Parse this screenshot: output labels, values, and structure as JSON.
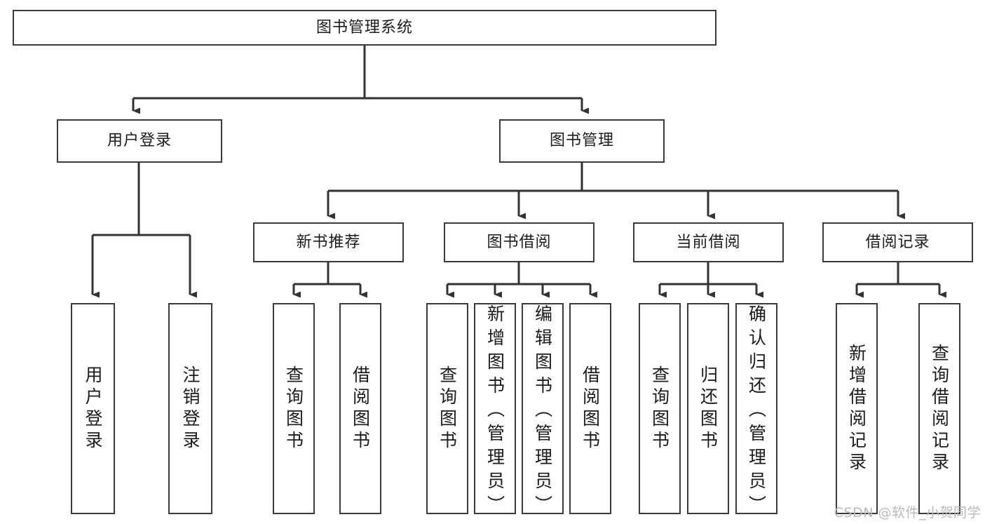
{
  "diagram": {
    "title": "图书管理系统",
    "type": "tree-hierarchy-chart",
    "watermark": "CSDN @软件_小贺同学",
    "colors": {
      "node_border": "#3a3a3a",
      "node_fill": "#ffffff",
      "connector": "#333333",
      "text": "#1b1b1b",
      "watermark": "#b9b9b9",
      "background": "#ffffff"
    },
    "nodes": {
      "root": {
        "label": "图书管理系统"
      },
      "level2": [
        {
          "id": "user-login",
          "label": "用户登录"
        },
        {
          "id": "book-management",
          "label": "图书管理"
        }
      ],
      "level3": [
        {
          "id": "new-book-recommend",
          "label": "新书推荐"
        },
        {
          "id": "book-borrow",
          "label": "图书借阅"
        },
        {
          "id": "current-borrow",
          "label": "当前借阅"
        },
        {
          "id": "borrow-record",
          "label": "借阅记录"
        }
      ],
      "leaves": {
        "user_login": [
          {
            "id": "leaf-user-login",
            "label": "用户登录"
          },
          {
            "id": "leaf-logout-login",
            "label": "注销登录"
          }
        ],
        "new_book_recommend": [
          {
            "id": "leaf-query-book-1",
            "label": "查询图书"
          },
          {
            "id": "leaf-borrow-book-1",
            "label": "借阅图书"
          }
        ],
        "book_borrow": [
          {
            "id": "leaf-query-book-2",
            "label": "查询图书"
          },
          {
            "id": "leaf-add-book",
            "label": "新增图书（管理员）"
          },
          {
            "id": "leaf-edit-book",
            "label": "编辑图书（管理员）"
          },
          {
            "id": "leaf-borrow-book-2",
            "label": "借阅图书"
          }
        ],
        "current_borrow": [
          {
            "id": "leaf-query-book-3",
            "label": "查询图书"
          },
          {
            "id": "leaf-return-book",
            "label": "归还图书"
          },
          {
            "id": "leaf-confirm-return",
            "label": "确认归还（管理员）"
          }
        ],
        "borrow_record": [
          {
            "id": "leaf-add-record",
            "label": "新增借阅记录"
          },
          {
            "id": "leaf-query-record",
            "label": "查询借阅记录"
          }
        ]
      }
    }
  }
}
